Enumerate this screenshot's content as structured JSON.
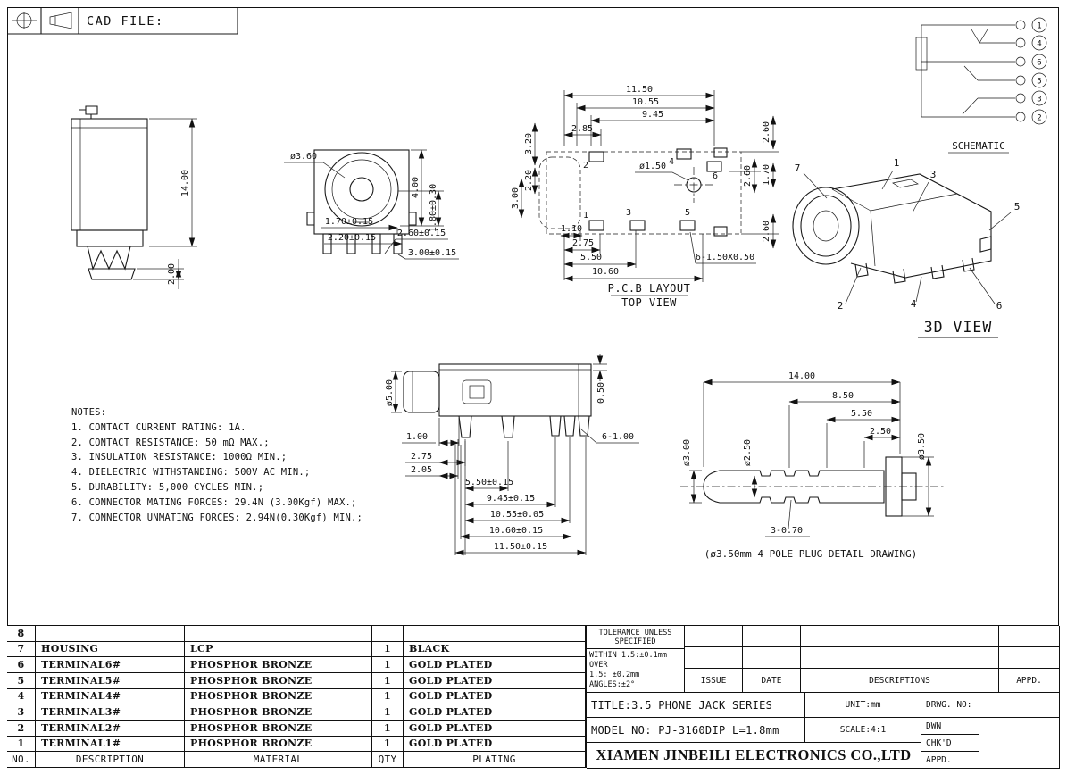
{
  "sheet": {
    "cad_file_label": "CAD FILE:"
  },
  "schematic": {
    "label": "SCHEMATIC",
    "pins": [
      "1",
      "4",
      "6",
      "5",
      "3",
      "2"
    ]
  },
  "side_view": {
    "dim_height": "14.00",
    "dim_bottom": "2.00"
  },
  "front_view": {
    "dim_dia": "ø3.60",
    "dim_h1": "4.00",
    "dim_h2": "1.80±0.30",
    "dim_b1": "1.70±0.15",
    "dim_b2": "2.20±0.15",
    "dim_r1": "2.60±0.15",
    "dim_r2": "3.00±0.15"
  },
  "pcb_view": {
    "label_line1": "P.C.B LAYOUT",
    "label_line2": "TOP VIEW",
    "dim_top": [
      "11.50",
      "10.55",
      "9.45",
      "2.85"
    ],
    "dim_left": [
      "3.20",
      "2.20",
      "3.00"
    ],
    "dim_right": [
      "2.60",
      "2.60",
      "1.70",
      "2.60"
    ],
    "dim_bottom": [
      "1.10",
      "2.75",
      "5.50",
      "10.60"
    ],
    "dim_hole": "ø1.50",
    "pad_note": "6-1.50X0.50",
    "pins": [
      "1",
      "2",
      "3",
      "4",
      "5",
      "6"
    ]
  },
  "three_d_view": {
    "label": "3D VIEW",
    "callouts": [
      "1",
      "2",
      "3",
      "4",
      "5",
      "6",
      "7"
    ]
  },
  "bottom_view": {
    "dim_dia": "ø5.00",
    "dim_step": "0.50",
    "dim_a": "1.00",
    "dim_b": "2.75",
    "dim_c": "2.05",
    "dim_chain": [
      "5.50±0.15",
      "9.45±0.15",
      "10.55±0.05",
      "10.60±0.15",
      "11.50±0.15"
    ],
    "pin_note": "6-1.00"
  },
  "plug_view": {
    "dim_top": [
      "14.00",
      "8.50",
      "5.50",
      "2.50"
    ],
    "dim_dias": [
      "ø3.00",
      "ø2.50",
      "ø3.50"
    ],
    "ring_note": "3-0.70",
    "caption": "(ø3.50mm 4 POLE PLUG DETAIL DRAWING)"
  },
  "notes": {
    "title": "NOTES:",
    "items": [
      "1. CONTACT CURRENT RATING: 1A.",
      "2. CONTACT RESISTANCE: 50 mΩ MAX.;",
      "3. INSULATION RESISTANCE: 1000Ω MIN.;",
      "4. DIELECTRIC WITHSTANDING: 500V AC MIN.;",
      "5. DURABILITY: 5,000 CYCLES MIN.;",
      "6. CONNECTOR MATING FORCES: 29.4N (3.00Kgf) MAX.;",
      "7. CONNECTOR UNMATING FORCES: 2.94N(0.30Kgf) MIN.;"
    ]
  },
  "bom": {
    "headers": {
      "no": "NO.",
      "description": "DESCRIPTION",
      "material": "MATERIAL",
      "qty": "QTY",
      "plating": "PLATING"
    },
    "rows": [
      {
        "no": "8",
        "description": "",
        "material": "",
        "qty": "",
        "plating": ""
      },
      {
        "no": "7",
        "description": "HOUSING",
        "material": "LCP",
        "qty": "1",
        "plating": "BLACK"
      },
      {
        "no": "6",
        "description": "TERMINAL6#",
        "material": "PHOSPHOR BRONZE",
        "qty": "1",
        "plating": "GOLD PLATED"
      },
      {
        "no": "5",
        "description": "TERMINAL5#",
        "material": "PHOSPHOR BRONZE",
        "qty": "1",
        "plating": "GOLD PLATED"
      },
      {
        "no": "4",
        "description": "TERMINAL4#",
        "material": "PHOSPHOR BRONZE",
        "qty": "1",
        "plating": "GOLD PLATED"
      },
      {
        "no": "3",
        "description": "TERMINAL3#",
        "material": "PHOSPHOR BRONZE",
        "qty": "1",
        "plating": "GOLD PLATED"
      },
      {
        "no": "2",
        "description": "TERMINAL2#",
        "material": "PHOSPHOR BRONZE",
        "qty": "1",
        "plating": "GOLD PLATED"
      },
      {
        "no": "1",
        "description": "TERMINAL1#",
        "material": "PHOSPHOR BRONZE",
        "qty": "1",
        "plating": "GOLD PLATED"
      }
    ]
  },
  "title_block": {
    "tolerance_title": "TOLERANCE UNLESS SPECIFIED",
    "tolerance_line1": "WITHIN 1.5:±0.1mm OVER",
    "tolerance_line2": "1.5: ±0.2mm",
    "tolerance_line3": "ANGLES:±2°",
    "issue": "ISSUE",
    "date": "DATE",
    "descriptions": "DESCRIPTIONS",
    "appd_col": "APPD.",
    "title": "TITLE:3.5 PHONE JACK SERIES",
    "unit": "UNIT:mm",
    "drwg_no": "DRWG. NO:",
    "model": "MODEL NO: PJ-3160DIP L=1.8mm",
    "scale": "SCALE:4:1",
    "dwn": "DWN",
    "chkd": "CHK'D",
    "appd": "APPD.",
    "company": "XIAMEN JINBEILI ELECTRONICS CO.,LTD"
  }
}
